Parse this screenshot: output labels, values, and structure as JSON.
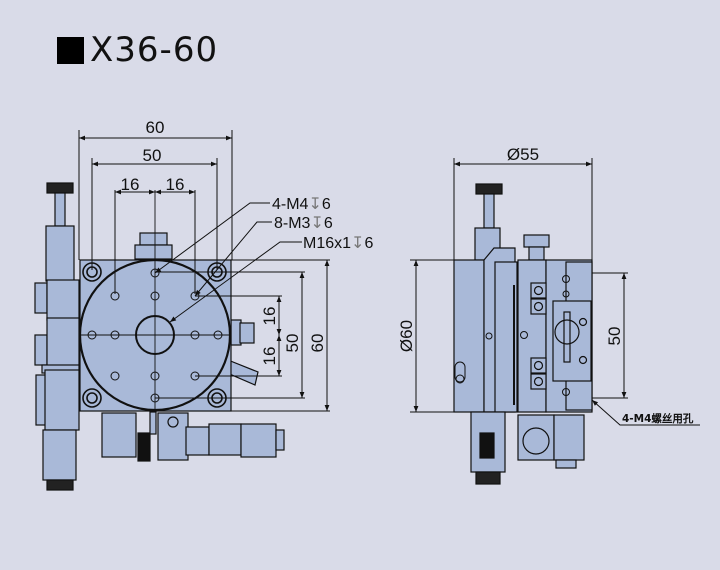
{
  "title": {
    "marker": "■",
    "text": "X36-60"
  },
  "colors": {
    "background": "#d9dbe8",
    "part_fill": "#a9b9d8",
    "line": "#111111",
    "knob": "#111111"
  },
  "left_view": {
    "dimensions": {
      "width_outer": "60",
      "width_hole_pitch": "50",
      "hole_offset_left": "16",
      "hole_offset_right": "16",
      "height_outer": "60",
      "height_hole_pitch": "50",
      "vertical_offset_top": "16",
      "vertical_offset_bottom": "16"
    },
    "callouts": [
      {
        "label": "4-M4",
        "depth_symbol": "↧",
        "depth": "6"
      },
      {
        "label": "8-M3",
        "depth_symbol": "↧",
        "depth": "6"
      },
      {
        "label": "M16x1",
        "depth_symbol": "↧",
        "depth": "6"
      }
    ]
  },
  "right_view": {
    "dimensions": {
      "diameter_width": "Ø55",
      "diameter_height": "Ø60",
      "hole_pitch": "50"
    },
    "callout": "4-M4螺丝用孔"
  }
}
